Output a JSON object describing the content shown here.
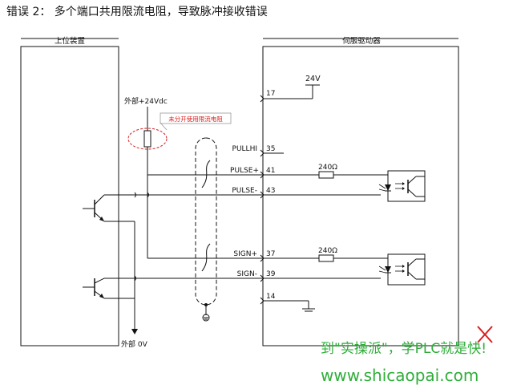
{
  "title": "错误 2： 多个端口共用限流电阻，导致脉冲接收错误",
  "left_box_label": "上位装置",
  "right_box_label": "伺服驱动器",
  "supply_label": "外部+24Vdc",
  "ground_label": "外部 0V",
  "callout_label": "未分开使用限流电阻",
  "vcc_label": "24V",
  "resistor_label": "240Ω",
  "pins": [
    {
      "num": "17",
      "name": ""
    },
    {
      "num": "35",
      "name": "PULLHI"
    },
    {
      "num": "41",
      "name": "PULSE+"
    },
    {
      "num": "43",
      "name": "PULSE-"
    },
    {
      "num": "37",
      "name": "SIGN+"
    },
    {
      "num": "39",
      "name": "SIGN-"
    },
    {
      "num": "14",
      "name": ""
    }
  ],
  "watermark": {
    "slogan": "到\"实操派\"，学PLC就是快!",
    "url": "www.shicaopai.com"
  },
  "colors": {
    "line": "#111111",
    "callout_red": "#d81e1e",
    "watermark_green": "#2fae3a"
  }
}
